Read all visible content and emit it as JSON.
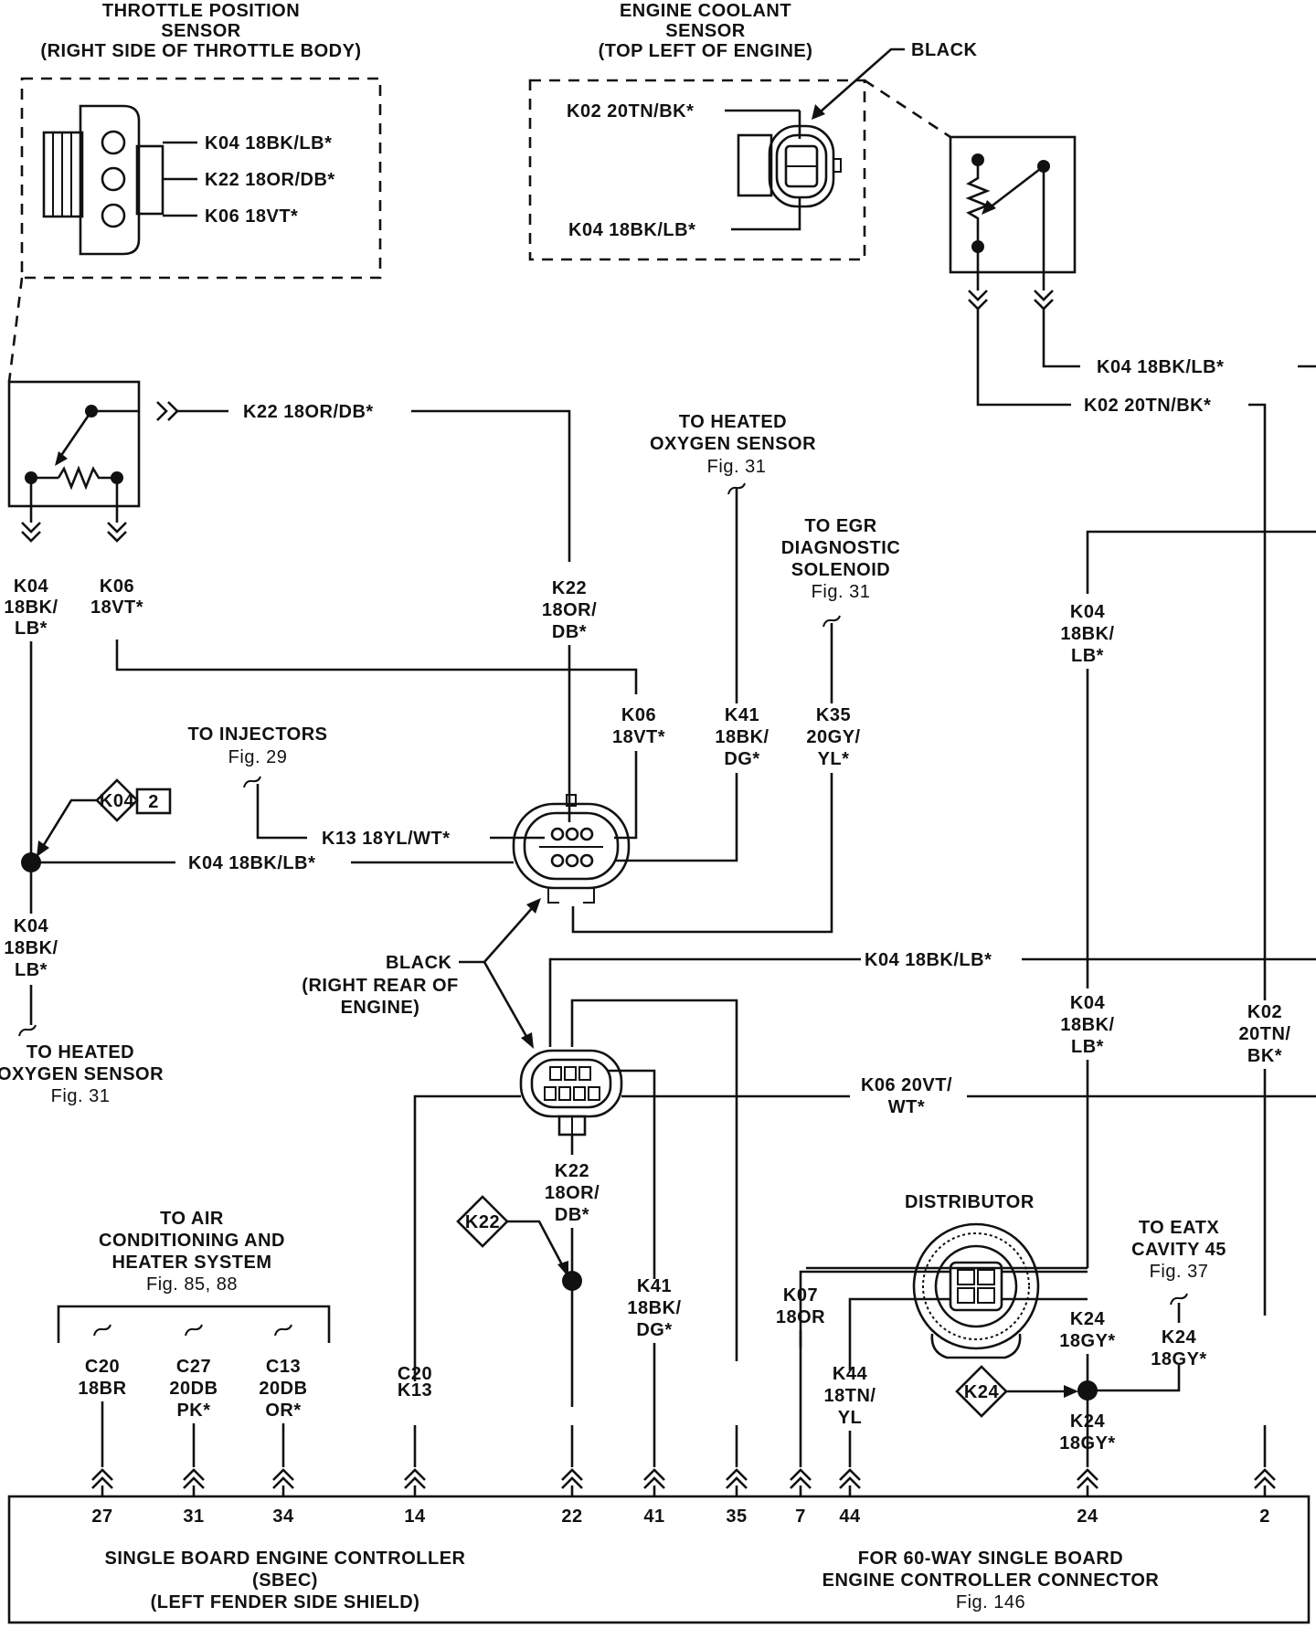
{
  "tps": {
    "title": [
      "THROTTLE POSITION",
      "SENSOR",
      "(RIGHT SIDE OF THROTTLE BODY)"
    ],
    "pins": [
      "K04 18BK/LB*",
      "K22 18OR/DB*",
      "K06 18VT*"
    ]
  },
  "ect": {
    "title": [
      "ENGINE COOLANT",
      "SENSOR",
      "(TOP LEFT OF ENGINE)"
    ],
    "color": "BLACK",
    "pins": [
      "K02 20TN/BK*",
      "K04 18BK/LB*"
    ]
  },
  "wires": {
    "tps_k22": "K22 18OR/DB*",
    "tps_k04": [
      "K04",
      "18BK/",
      "LB*"
    ],
    "tps_k06": [
      "K06",
      "18VT*"
    ],
    "k22_mid": [
      "K22",
      "18OR/",
      "DB*"
    ],
    "k06_mid": [
      "K06",
      "18VT*"
    ],
    "k41_mid": [
      "K41",
      "18BK/",
      "DG*"
    ],
    "k35_mid": [
      "K35",
      "20GY/",
      "YL*"
    ],
    "k13_h": "K13 18YL/WT*",
    "k04_h": "K04 18BK/LB*",
    "k04_low": [
      "K04",
      "18BK/",
      "LB*"
    ],
    "k04_long": "K04 18BK/LB*",
    "k04_right1": [
      "K04",
      "18BK/",
      "LB*"
    ],
    "k04_right2": [
      "K04",
      "18BK/",
      "LB*"
    ],
    "k02_right": [
      "K02",
      "20TN/",
      "BK*"
    ],
    "k06_20": [
      "K06 20VT/",
      "WT*"
    ],
    "ect_k04": "K04 18BK/LB*",
    "ect_k02": "K02 20TN/BK*",
    "k22_lower": [
      "K22",
      "18OR/",
      "DB*"
    ],
    "k41_lower": [
      "K41",
      "18BK/",
      "DG*"
    ],
    "k07": [
      "K07",
      "18OR"
    ],
    "k44": [
      "K44",
      "18TN/",
      "YL"
    ],
    "k24_a": [
      "K24",
      "18GY*"
    ],
    "k24_b": [
      "K24",
      "18GY*"
    ],
    "k24_c": [
      "K24",
      "18GY*"
    ]
  },
  "destinations": {
    "heated_o2_top": [
      "TO HEATED",
      "OXYGEN SENSOR",
      "Fig. 31"
    ],
    "egr": [
      "TO EGR",
      "DIAGNOSTIC",
      "SOLENOID",
      "Fig. 31"
    ],
    "injectors": [
      "TO INJECTORS",
      "Fig. 29"
    ],
    "heated_o2_left": [
      "TO HEATED",
      "OXYGEN SENSOR",
      "Fig. 31"
    ],
    "ac": [
      "TO AIR",
      "CONDITIONING AND",
      "HEATER SYSTEM",
      "Fig. 85, 88"
    ],
    "eatx": [
      "TO EATX",
      "CAVITY 45",
      "Fig. 37"
    ]
  },
  "connector_labels": {
    "black": "BLACK",
    "right_rear": [
      "(RIGHT REAR OF",
      "ENGINE)"
    ],
    "distributor": "DISTRIBUTOR"
  },
  "splices": {
    "k04": "K04",
    "k04_num": "2",
    "k22": "K22",
    "k24": "K24"
  },
  "ac_wires": [
    {
      "label": [
        "C20",
        "18BR"
      ]
    },
    {
      "label": [
        "C27",
        "20DB",
        "PK*"
      ]
    },
    {
      "label": [
        "C13",
        "20DB",
        "OR*"
      ]
    }
  ],
  "sbec": {
    "pins": [
      "27",
      "31",
      "34",
      "14",
      "22",
      "41",
      "35",
      "7",
      "44",
      "24",
      "2"
    ],
    "title": [
      "SINGLE BOARD ENGINE CONTROLLER",
      "(SBEC)",
      "(LEFT FENDER SIDE SHIELD)"
    ],
    "connector_note": [
      "FOR 60-WAY SINGLE BOARD",
      "ENGINE CONTROLLER CONNECTOR",
      "Fig. 146"
    ]
  }
}
